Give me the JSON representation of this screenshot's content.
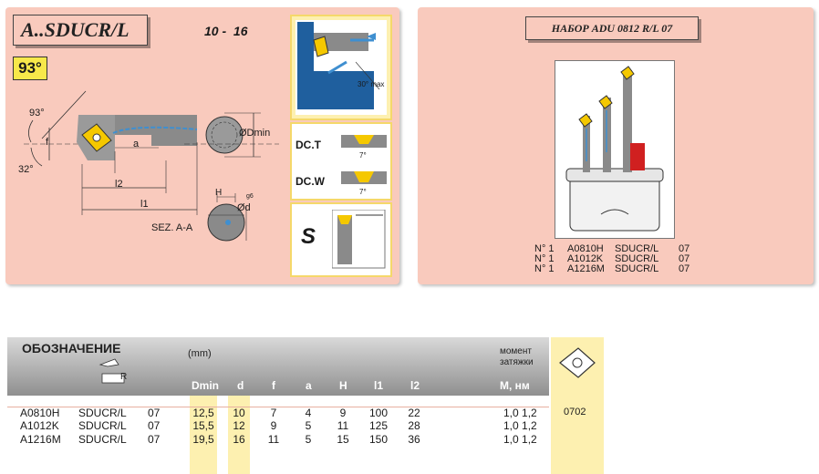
{
  "left_panel": {
    "title": "A..SDUCR/L",
    "size_range": "10 -  16",
    "angle_badge": "93°",
    "labels": {
      "angle_top": "93°",
      "f": "f",
      "angle_bottom": "32°",
      "a": "a",
      "l2": "l2",
      "l1": "l1",
      "dmin": "ØDmin",
      "h": "H",
      "d": "Ød",
      "g6": "g6",
      "section": "SEZ. A-A",
      "max_angle": "30° max",
      "chip_angle_1": "7°",
      "chip_angle_2": "7°"
    },
    "insert_types": [
      "DC.T",
      "DC.W"
    ],
    "s_label": "S"
  },
  "right_panel": {
    "title": "НАБОР ADU 0812 R/L 07",
    "items": [
      {
        "no": "N° 1",
        "code": "A0810H",
        "type": "SDUCR/L",
        "size": "07"
      },
      {
        "no": "N° 1",
        "code": "A1012K",
        "type": "SDUCR/L",
        "size": "07"
      },
      {
        "no": "N° 1",
        "code": "A1216M",
        "type": "SDUCR/L",
        "size": "07"
      }
    ]
  },
  "table": {
    "designation": "ОБОЗНАЧЕНИЕ",
    "unit": "(mm)",
    "torque_label_1": "момент",
    "torque_label_2": "затяжки",
    "torque_unit": "M, нм",
    "hand_r": "R",
    "columns": [
      "Dmin",
      "d",
      "f",
      "a",
      "H",
      "l1",
      "l2"
    ],
    "rows": [
      {
        "code": "A0810H",
        "type": "SDUCR/L",
        "size": "07",
        "Dmin": "12,5",
        "d": "10",
        "f": "7",
        "a": "4",
        "H": "9",
        "l1": "100",
        "l2": "22",
        "torque": "1,0 1,2"
      },
      {
        "code": "A1012K",
        "type": "SDUCR/L",
        "size": "07",
        "Dmin": "15,5",
        "d": "12",
        "f": "9",
        "a": "5",
        "H": "11",
        "l1": "125",
        "l2": "28",
        "torque": "1,0 1,2"
      },
      {
        "code": "A1216M",
        "type": "SDUCR/L",
        "size": "07",
        "Dmin": "19,5",
        "d": "16",
        "f": "11",
        "a": "5",
        "H": "15",
        "l1": "150",
        "l2": "36",
        "torque": "1,0 1,2"
      }
    ],
    "insert_code": "0702"
  },
  "colors": {
    "panel_bg": "#f9cabd",
    "highlight": "#fdf0b0",
    "badge": "#f7e84a",
    "insert_yellow": "#f5c800",
    "tool_blue": "#3f8fd0",
    "clamp_red": "#d02020"
  }
}
